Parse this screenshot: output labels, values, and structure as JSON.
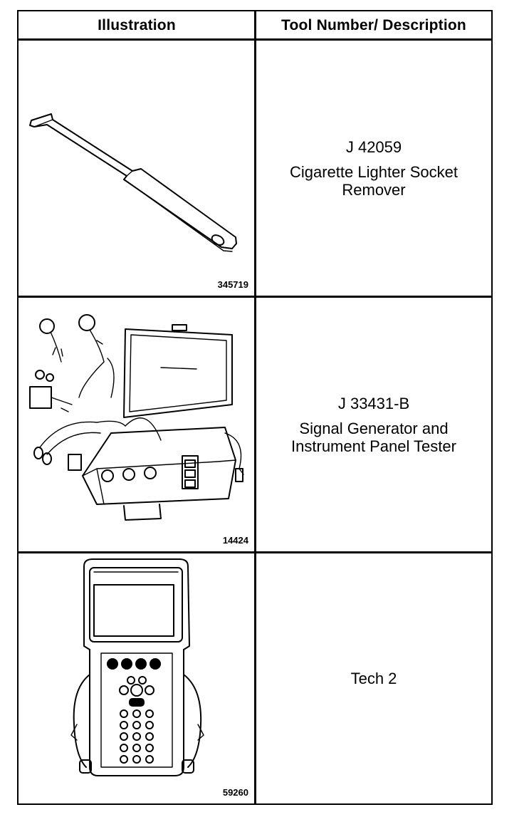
{
  "table": {
    "headers": {
      "illustration": "Illustration",
      "tool": "Tool Number/ Description"
    },
    "rows": [
      {
        "figure_number": "345719",
        "tool_number": "J 42059",
        "description": "Cigarette Lighter Socket\nRemover",
        "icon": "socket-remover-tool-illustration"
      },
      {
        "figure_number": "14424",
        "tool_number": "J 33431-B",
        "description": "Signal Generator and\nInstrument Panel Tester",
        "icon": "signal-generator-case-illustration"
      },
      {
        "figure_number": "59260",
        "tool_number": "",
        "description": "Tech 2",
        "icon": "tech2-scan-tool-illustration"
      }
    ]
  }
}
